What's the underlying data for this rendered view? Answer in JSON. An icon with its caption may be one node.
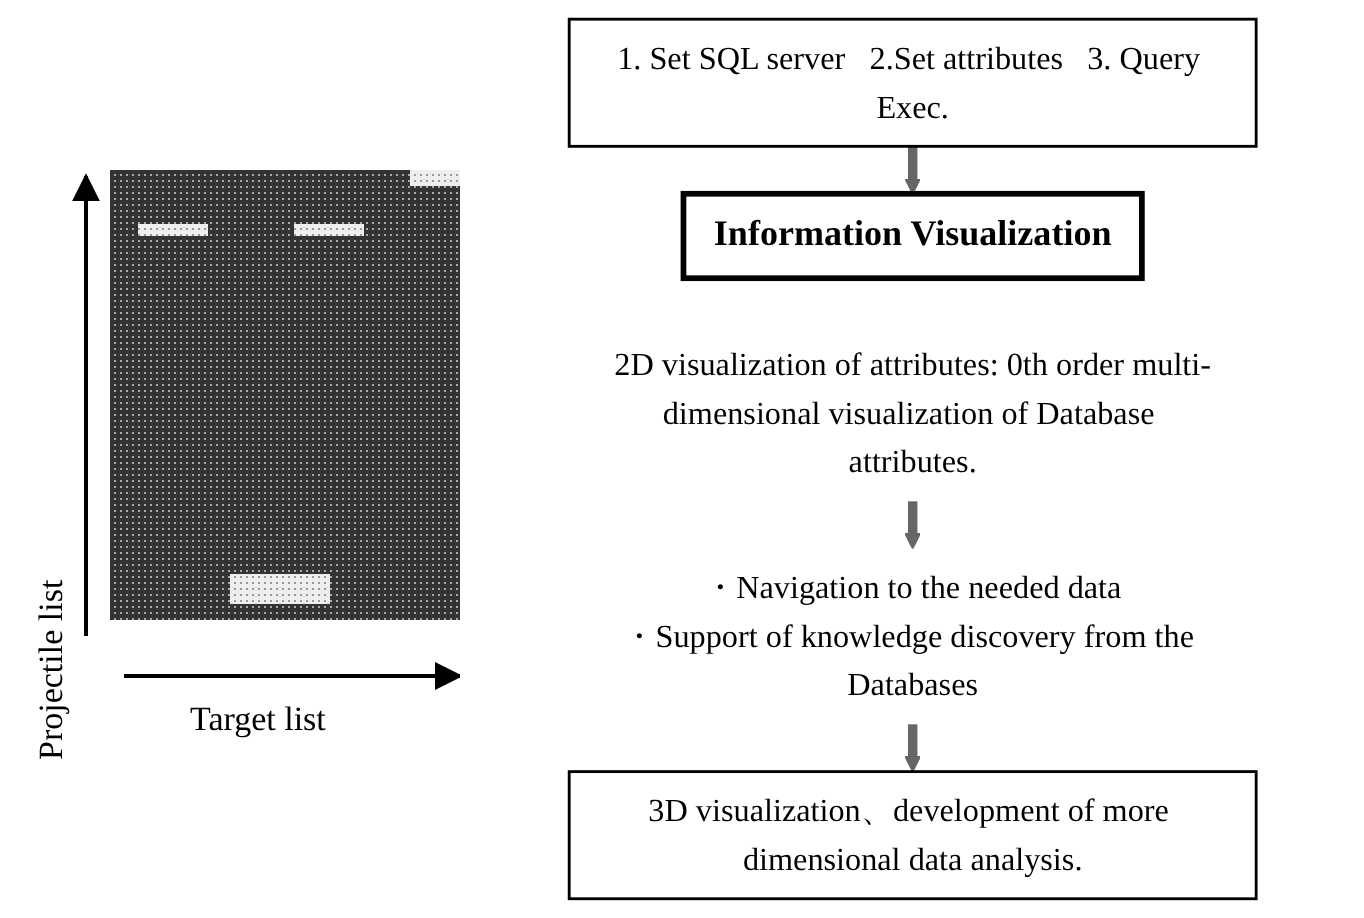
{
  "diagram": {
    "nodes": [
      {
        "text": [
          "1. Set SQL server   2.Set attributes   3. Query Exec."
        ]
      },
      {
        "text": [
          "Information Visualization"
        ]
      },
      {
        "text": [
          "2D visualization of attributes: 0th order multi-dimensional visualization of Database attributes."
        ]
      },
      {
        "text": [
          "・Navigation to the needed data",
          "・Support of knowledge discovery from the Databases"
        ]
      },
      {
        "text": [
          "3D visualization、development of more dimensional data analysis."
        ]
      }
    ],
    "edges": [
      {
        "from": 0,
        "to": 1,
        "arrow": "to"
      },
      {
        "from": 2,
        "to": 3,
        "arrow": "to"
      },
      {
        "from": 3,
        "to": 4,
        "arrow": "to"
      }
    ],
    "labels": [
      "Projectile list",
      "Target list"
    ]
  }
}
